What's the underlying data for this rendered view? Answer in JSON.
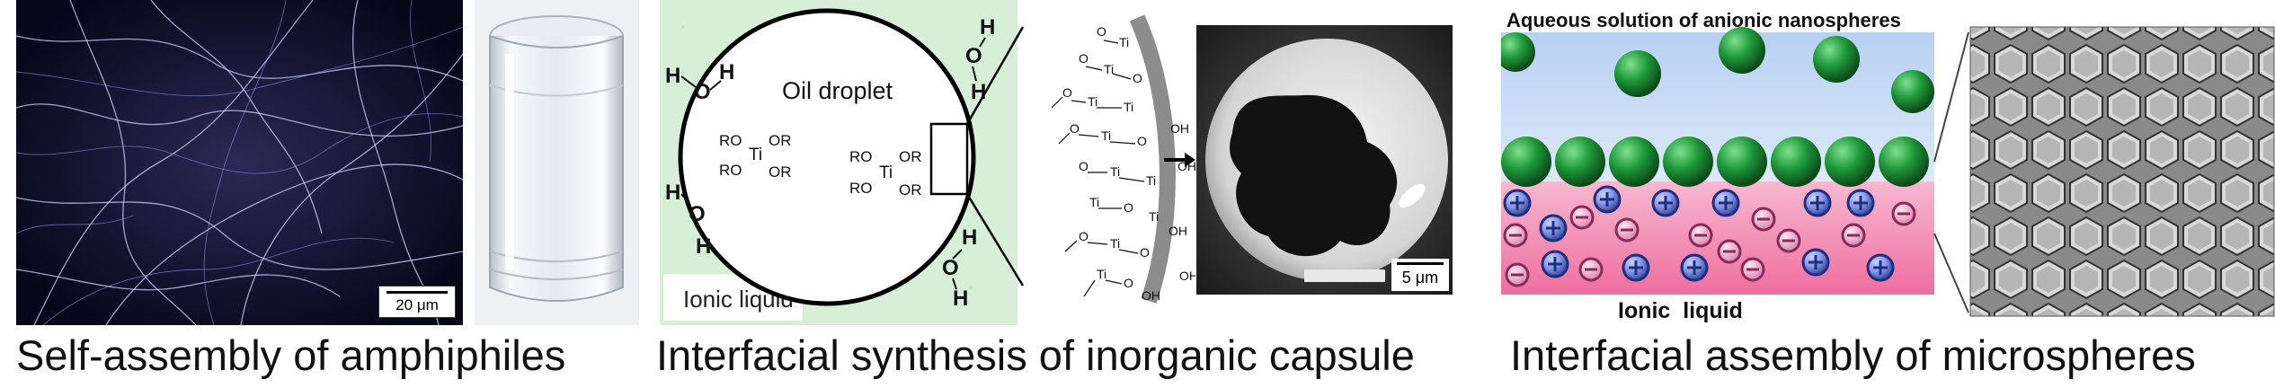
{
  "panel1": {
    "scale_bar": "20 μm",
    "caption": "Self-assembly of amphiphiles"
  },
  "panel2": {
    "oil_droplet": "Oil droplet",
    "ionic_liquid": "Ionic liquid",
    "scale_bar": "5 μm",
    "caption": "Interfacial synthesis of inorganic capsule"
  },
  "panel3": {
    "top_label": "Aqueous solution of anionic nanospheres",
    "bottom_label": "Ionic  liquid",
    "caption": "Interfacial assembly of microspheres"
  },
  "colors": {
    "ionic_liquid_bg": "#d6efd6",
    "aqueous_bg": "#c9dbf4",
    "ionic_pink": "#f07fa8",
    "nanosphere_green": "#1f9a3a",
    "cation_blue": "#2a3f9e"
  }
}
